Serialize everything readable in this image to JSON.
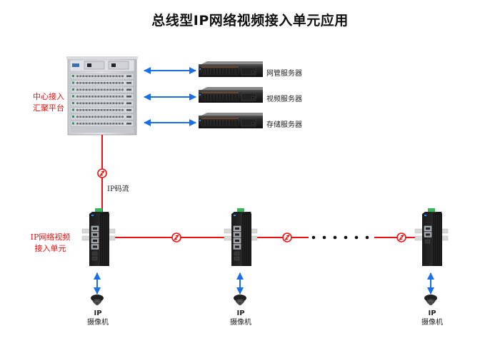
{
  "title": "总线型IP网络视频接入单元应用",
  "core_platform": {
    "label_line1": "中心接入",
    "label_line2": "汇聚平台"
  },
  "servers": [
    {
      "label": "网管服务器"
    },
    {
      "label": "视频服务器"
    },
    {
      "label": "存储服务器"
    }
  ],
  "uplink": {
    "label": "IP码流"
  },
  "access_unit": {
    "label_line1": "IP网络视频",
    "label_line2": "接入单元"
  },
  "cameras": [
    {
      "line1": "IP",
      "line2": "摄像机"
    },
    {
      "line1": "IP",
      "line2": "摄像机"
    },
    {
      "line1": "IP",
      "line2": "摄像机"
    }
  ],
  "colors": {
    "link_red": "#ee1111",
    "arrow_blue": "#1a6fe8",
    "label_red": "#e01010"
  }
}
